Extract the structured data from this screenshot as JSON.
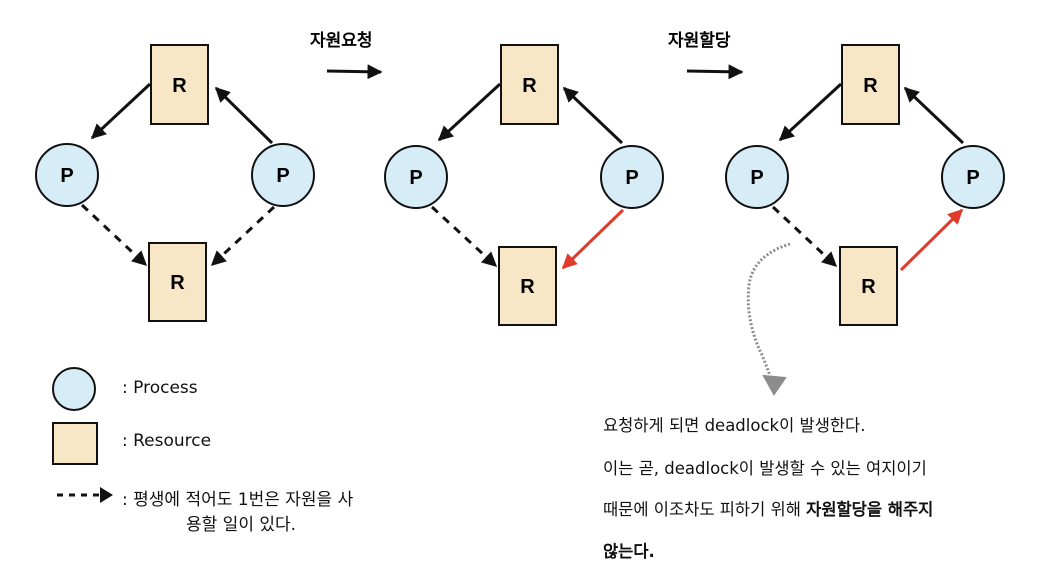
{
  "colors": {
    "process_fill": "#d6ecf7",
    "resource_fill": "#f8e7c6",
    "stroke": "#111111",
    "red_edge": "#e03a2a",
    "gray_pointer": "#8c8c8c"
  },
  "nodes": {
    "process_label": "P",
    "resource_label": "R"
  },
  "steps": {
    "request": "자원요청",
    "allocate": "자원할당"
  },
  "legend": {
    "process": ": Process",
    "resource": ": Resource",
    "claim_edge_line1": ": 평생에 적어도 1번은 자원을 사",
    "claim_edge_line2": "용할 일이 있다."
  },
  "note": {
    "line1": "요청하게 되면 deadlock이 발생한다.",
    "line2": "이는 곧, deadlock이 발생할 수 있는 여지이기",
    "line3_plain": "때문에 이조차도 피하기 위해 ",
    "line3_bold": "자원할당을 해주지",
    "line4_bold": "않는다."
  }
}
